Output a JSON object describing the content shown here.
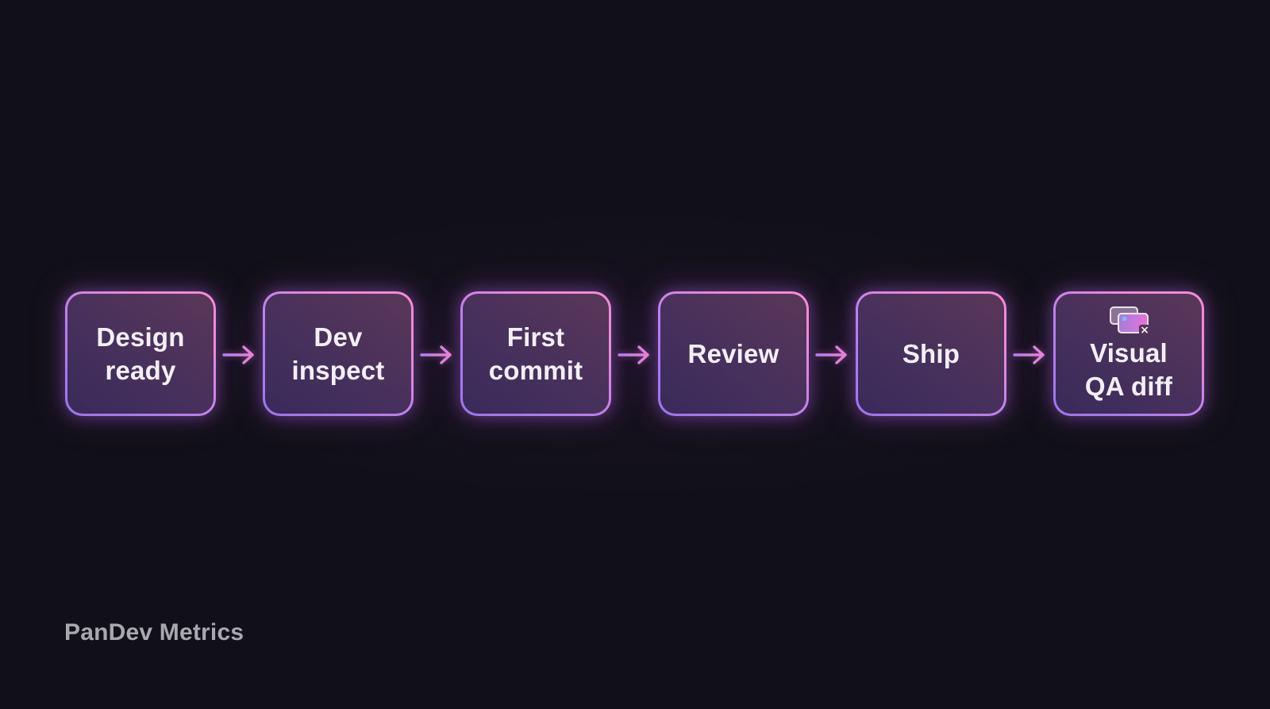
{
  "diagram": {
    "type": "flow",
    "direction": "left-to-right",
    "steps": [
      {
        "label": "Design\nready",
        "icon": null
      },
      {
        "label": "Dev\ninspect",
        "icon": null
      },
      {
        "label": "First\ncommit",
        "icon": null
      },
      {
        "label": "Review",
        "icon": null
      },
      {
        "label": "Ship",
        "icon": null
      },
      {
        "label": "Visual\nQA diff",
        "icon": "visual-diff-windows-icon"
      }
    ],
    "connectors": [
      {
        "from": "Design ready",
        "to": "Dev inspect",
        "icon": "arrow-right-icon"
      },
      {
        "from": "Dev inspect",
        "to": "First commit",
        "icon": "arrow-right-icon"
      },
      {
        "from": "First commit",
        "to": "Review",
        "icon": "arrow-right-icon"
      },
      {
        "from": "Review",
        "to": "Ship",
        "icon": "arrow-right-icon"
      },
      {
        "from": "Ship",
        "to": "Visual QA diff",
        "icon": "arrow-right-icon"
      }
    ]
  },
  "colors": {
    "background": "#111018",
    "border_start": "#9a74f2",
    "border_end": "#f48bd4",
    "fill_start": "#3a2a5a",
    "fill_end": "#5a3758",
    "label": "#f4eff7",
    "arrow_start": "#b57ff0",
    "arrow_end": "#ee88d8",
    "footer_text": "#a9a8ae"
  },
  "footer": {
    "brand": "PanDev Metrics"
  }
}
